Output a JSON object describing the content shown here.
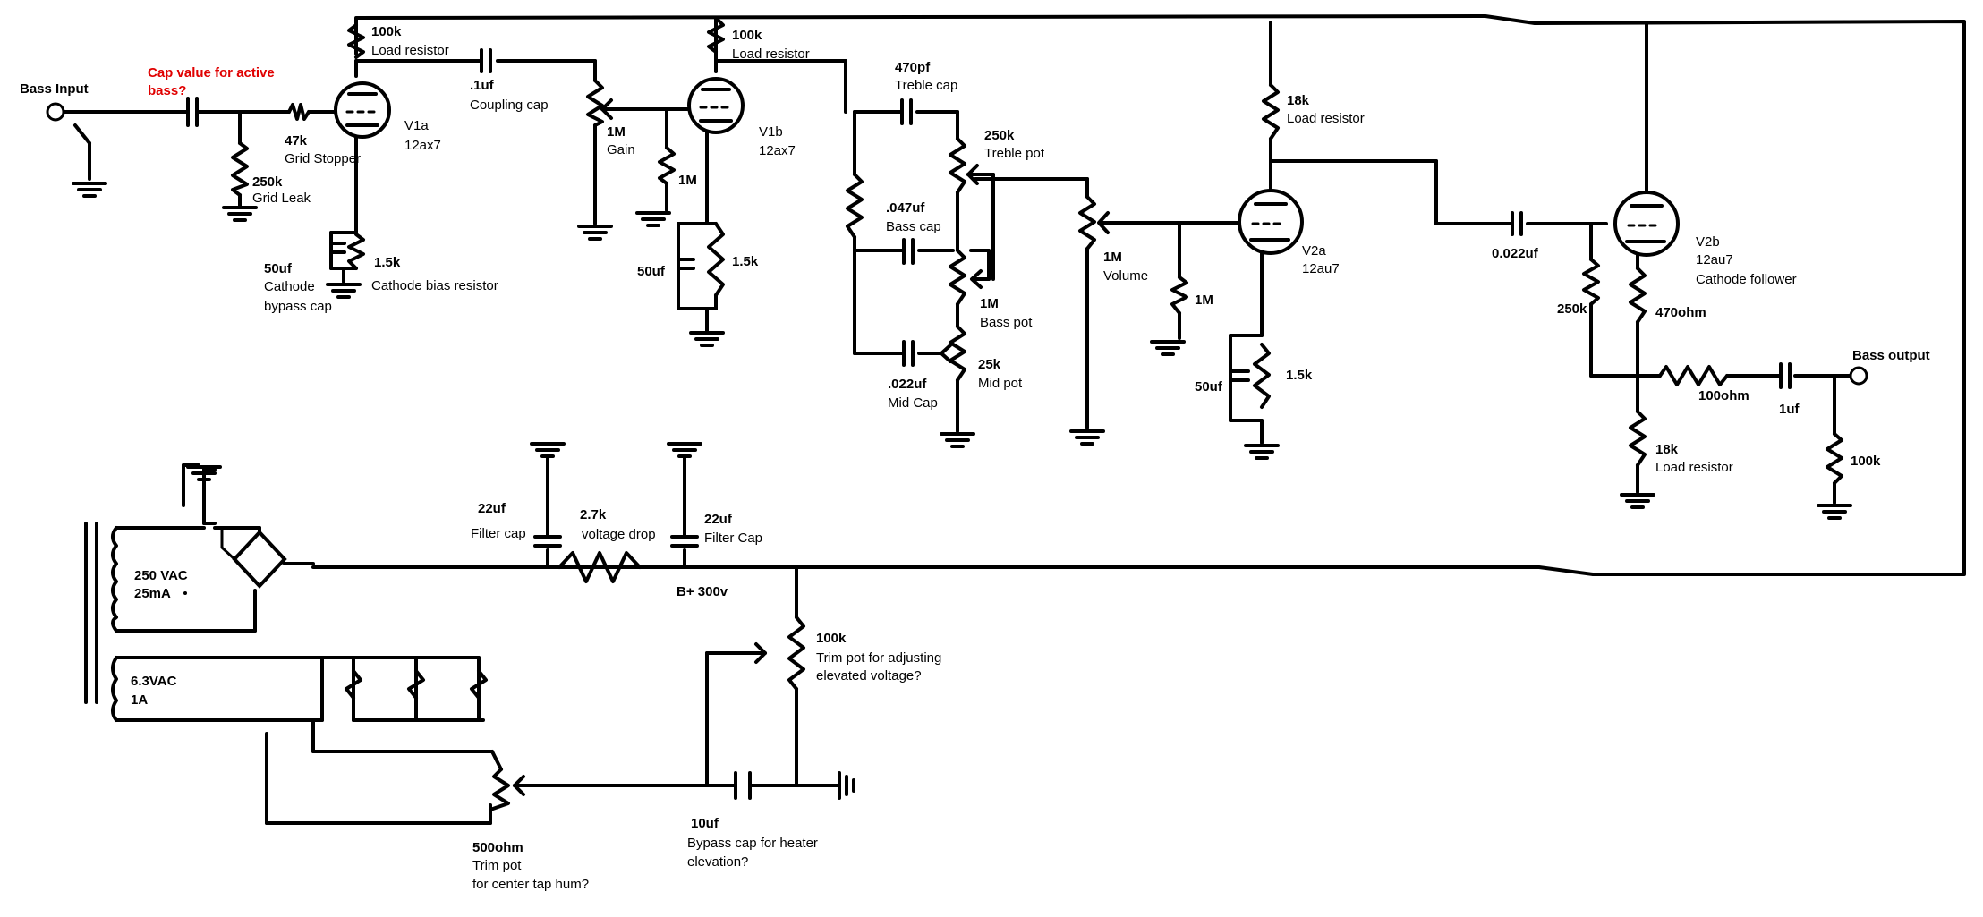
{
  "labels": {
    "bass_input": "Bass Input",
    "question": [
      "Cap value for active",
      "bass?"
    ],
    "grid_stopper_value": "47k",
    "grid_stopper_name": "Grid Stopper",
    "grid_leak_value": "250k",
    "grid_leak_name": "Grid Leak",
    "v1a_load_value": "100k",
    "v1a_load_name": "Load resistor",
    "v1a_tube": "V1a",
    "v1a_type": "12ax7",
    "v1a_bypass_value": "50uf",
    "v1a_bypass_name": [
      "Cathode",
      "bypass cap"
    ],
    "v1a_bias_value": "1.5k",
    "v1a_bias_name": "Cathode bias resistor",
    "coupling_value": ".1uf",
    "coupling_name": "Coupling cap",
    "gain_value": "1M",
    "gain_name": "Gain",
    "v1b_grid_value": "1M",
    "v1b_load_value": "100k",
    "v1b_load_name": "Load resistor",
    "v1b_tube": "V1b",
    "v1b_type": "12ax7",
    "v1b_bypass_value": "50uf",
    "v1b_bias_value": "1.5k",
    "treble_cap_value": "470pf",
    "treble_cap_name": "Treble cap",
    "treble_pot_value": "250k",
    "treble_pot_name": "Treble pot",
    "bass_cap_value": ".047uf",
    "bass_cap_name": "Bass cap",
    "bass_pot_value": "1M",
    "bass_pot_name": "Bass pot",
    "mid_pot_value": "25k",
    "mid_pot_name": "Mid pot",
    "mid_cap_value": ".022uf",
    "mid_cap_name": "Mid Cap",
    "volume_value": "1M",
    "volume_name": "Volume",
    "v2a_grid_value": "1M",
    "v2a_load_value": "18k",
    "v2a_load_name": "Load resistor",
    "v2a_tube": "V2a",
    "v2a_type": "12au7",
    "v2a_bypass_value": "50uf",
    "v2a_bias_value": "1.5k",
    "coupling2_value": "0.022uf",
    "v2b_grid_value": "250k",
    "v2b_tube": "V2b",
    "v2b_type": "12au7",
    "v2b_role": "Cathode follower",
    "v2b_cathode_value": "470ohm",
    "v2b_load_value": "18k",
    "v2b_load_name": "Load resistor",
    "out_res_value": "100ohm",
    "out_cap_value": "1uf",
    "out_pulldown_value": "100k",
    "bass_output": "Bass output",
    "hv_secondary": [
      "250 VAC",
      "25mA"
    ],
    "heater_secondary": [
      "6.3VAC",
      "1A"
    ],
    "filter1_value": "22uf",
    "filter1_name": "Filter cap",
    "drop_value": "2.7k",
    "drop_name": "voltage drop",
    "filter2_value": "22uf",
    "filter2_name": "Filter Cap",
    "bplus": "B+ 300v",
    "trim1_value": "100k",
    "trim1_name": [
      "Trim pot for adjusting",
      "elevated voltage?"
    ],
    "heater_cap_value": "10uf",
    "heater_cap_name": [
      "Bypass cap for heater",
      "elevation?"
    ],
    "trim2_value": "500ohm",
    "trim2_name": [
      "Trim pot",
      "for center tap hum?"
    ]
  }
}
